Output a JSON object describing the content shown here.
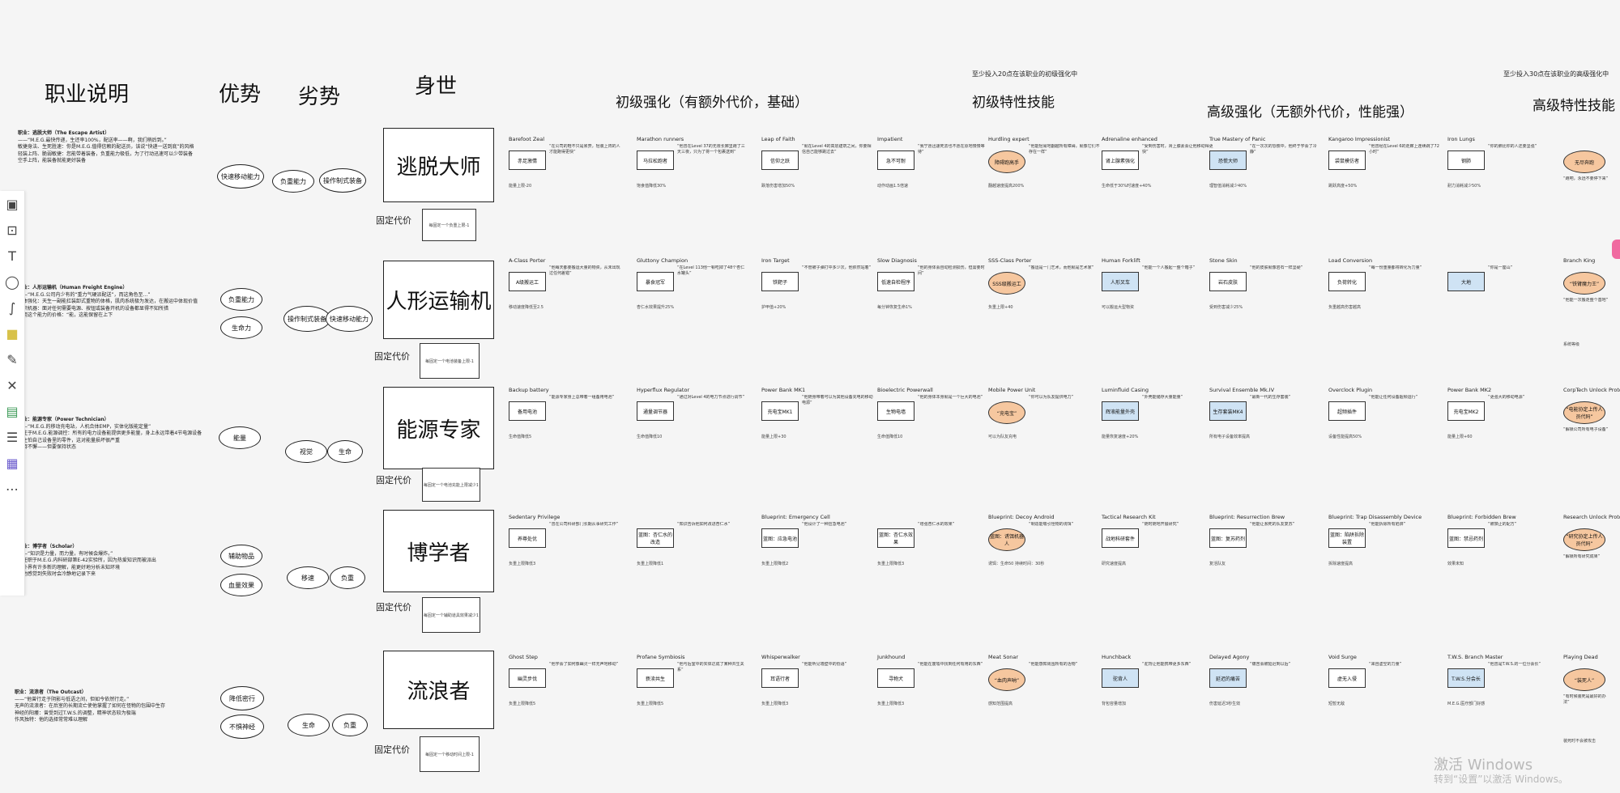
{
  "columns": {
    "job": "职业说明",
    "advantage": "优势",
    "disadvantage": "劣势",
    "origin": "身世",
    "basic_upgrade": "初级强化（有额外代价，基础）",
    "basic_trait": "初级特性技能",
    "adv_upgrade": "高级强化（无额外代价，性能强）",
    "adv_trait": "高级特性技能",
    "note_left": "至少投入20点在该职业的初级强化中",
    "note_right": "至少投入30点在该职业的高级强化中"
  },
  "fixed_price_label": "固定代价",
  "professions": [
    {
      "name": "逃脱大师",
      "title": "职业：逃脱大师（The Escape Artist）",
      "quote": "——“M.E.G.最快传递，生还率100%，配送率——啊，我们稍后到。”",
      "lines": [
        "敏捷身法、生死胜速：你是M.E.G.值得信赖的配送员，该说“快递一送到底”的风格",
        "轻装上阵、脆弱敏捷：您能带着装备，负重能力极低，为了行动迅速可以少带装备",
        "空手上阵，能装备就能更好装备"
      ],
      "advantages": [
        "快速移动能力"
      ],
      "disadvantages": [
        "负重能力",
        "操作制式装备"
      ],
      "fixed_note": "每固定一个负重上限-1"
    },
    {
      "name": "人形运输机",
      "title": "职业：人形运输机（Human Freight Engine）",
      "quote": "——“M.E.G.公司内少有的“重力气硬派配送”，而这角色至...”",
      "lines": [
        "身体强化：天生一副能扛装卸式重物的体格，肌肉系统极为发达，在搬运中体现价值",
        "不识机器：面对任何需要电源、按钮或装备开机的设备都显得不知所措",
        "使用这个能力的价格：“能，这能保留在上下"
      ],
      "advantages": [
        "负重能力",
        "生命力"
      ],
      "disadvantages": [
        "操作制式装备",
        "快速移动能力"
      ],
      "fixed_note": "每固定一个电池装备上限-1"
    },
    {
      "name": "能源专家",
      "title": "职业：能源专家（Power Technician）",
      "quote": "——“M.E.G.的移动充电站，人机合体EMP，实体化版能定量”",
      "lines": [
        "专注于M.E.G.能源调控：所有的电力设备能提供更多能量，身上永远带着4节电源设备",
        "天生怕自己设备里的零件，这对能量损坏很严重",
        "坚持不懈——但要保持状态"
      ],
      "advantages": [
        "能量"
      ],
      "disadvantages": [
        "视觉",
        "生命"
      ],
      "fixed_note": "每固定一个电池充能上限减少1"
    },
    {
      "name": "博学者",
      "title": "职业：博学者（Scholar）",
      "quote": "——“知识是力量，而力量，有时候会爆炸。”",
      "lines": [
        "曾任职于M.E.G.内科研部第E-42实验所，因为热爱知识而被派出",
        "对外界有许多新的理解，能更好地分析未知环境",
        "当他感觉到失败时会冷静地记录下来"
      ],
      "advantages": [
        "辅助物品",
        "血量效果"
      ],
      "disadvantages": [
        "移速",
        "负重"
      ],
      "fixed_note": "每固定一个辅助道具效果减少1"
    },
    {
      "name": "流浪者",
      "title": "职业：流浪者（The Outcast）",
      "quote": "——“他曾行走于阴影与低语之间，但如今依然行走。”",
      "lines": [
        "无声的流浪者：在后室的长期流亡使他掌握了如何在怪物的包围中生存",
        "神经的阳痿：曾受到过T.W.S.的调整，精神状态较为极端",
        "作风独特：他的选择常常难以理解"
      ],
      "advantages": [
        "降低密行",
        "不惧神经"
      ],
      "disadvantages": [
        "生命",
        "负重"
      ],
      "fixed_note": "每固定一个移动时间上限-1"
    }
  ],
  "rows": [
    [
      {
        "title": "Barefoot Zeal",
        "box": "赤足激情",
        "style": "",
        "text": "“在公司的鞋不只是累赘，轻装上阵的人才能跑得更快”",
        "foot": "能量上限-20"
      },
      {
        "title": "Marathon runners",
        "box": "马拉松跑者",
        "style": "",
        "text": "“他曾在Level 37的无限长廊里跑了三天三夜，只为了将一个包裹送到”",
        "foot": "饱食值降低30%"
      },
      {
        "title": "Leap of Faith",
        "box": "信仰之跃",
        "style": "",
        "text": "“就在Level 4的高层建筑之间，你要相信自己能够跳过去”",
        "foot": "跌落伤害增加50%"
      },
      {
        "title": "Impatient",
        "box": "急不可耐",
        "style": "",
        "text": "“我宁愿迅速死去也不愿在原地慢慢等待”",
        "foot": "动作动画1.5倍速"
      },
      {
        "title": "Hurdling expert",
        "box": "障碍跑高手",
        "style": "orange",
        "text": "“他能轻易地翻越所有障碍，就像它们不存在一样”",
        "foot": "翻越速度提高200%"
      },
      {
        "title": "Adrenaline enhanced",
        "box": "肾上腺素强化",
        "style": "",
        "text": "“受到伤害时，肾上腺素会让他移动得更快”",
        "foot": "生命低于30%时速度+40%"
      },
      {
        "title": "True Mastery of Panic",
        "box": "恐慌大师",
        "style": "blue",
        "text": "“在一次次的恐慌中，他终于学会了冷静”",
        "foot": "理智值消耗减少40%"
      },
      {
        "title": "Kangaroo Impressionist",
        "box": "袋鼠模仿者",
        "style": "",
        "text": "“他曾经在Level 6的走廊上连续跳了72小时”",
        "foot": "跳跃高度+50%"
      },
      {
        "title": "Iron Lungs",
        "box": "钢肺",
        "style": "",
        "text": "“你的肺比你的人还要坚强”",
        "foot": "耐力消耗减少50%"
      },
      {
        "title": "",
        "box": "无尽奔跑",
        "style": "orange",
        "text": "“跑吧，永远不要停下来”",
        "foot": ""
      }
    ],
    [
      {
        "title": "A-Class Porter",
        "box": "A级搬运工",
        "style": "",
        "text": "“他每天都要搬运大量的物资，从未出现过任何差错”",
        "foot": "移动速度降低至2.5"
      },
      {
        "title": "Gluttony Champion",
        "box": "暴食冠军",
        "style": "",
        "text": "“在Level 113他一顿吃掉了48个杏仁水罐头”",
        "foot": "杏仁水效果提升25%"
      },
      {
        "title": "Iron Target",
        "box": "铁靶子",
        "style": "",
        "text": "“不管被子弹打中多少次，他依然站着”",
        "foot": "护甲值+20%"
      },
      {
        "title": "Slow Diagnosis",
        "box": "低速自检程序",
        "style": "",
        "text": "“他的身体会自动检测损伤，但需要时间”",
        "foot": "每分钟恢复生命1%"
      },
      {
        "title": "SSS-Class Porter",
        "box": "SSS级搬运工",
        "style": "orange",
        "text": "“搬运是一门艺术，而他就是艺术家”",
        "foot": "负重上限+40"
      },
      {
        "title": "Human Forklift",
        "box": "人形叉车",
        "style": "blue",
        "text": "“他能一个人搬起一整个箱子”",
        "foot": "可以搬运大型物资"
      },
      {
        "title": "Stone Skin",
        "box": "岩石皮肤",
        "style": "",
        "text": "“他的皮肤就像岩石一样坚硬”",
        "foot": "受到伤害减少25%"
      },
      {
        "title": "Load Conversion",
        "box": "负荷转化",
        "style": "",
        "text": "“每一份重量都将转化为力量”",
        "foot": "负重越高伤害越高"
      },
      {
        "title": "",
        "box": "大地",
        "style": "blue",
        "text": "“你是一座山”",
        "foot": ""
      },
      {
        "title": "Branch King",
        "box": "“铁臂魔力王”",
        "style": "orange",
        "text": "“他能一次搬走整个基地”",
        "foot": "系统等级"
      }
    ],
    [
      {
        "title": "Backup battery",
        "box": "备用电池",
        "style": "",
        "text": "“能源专家身上总带着一组备用电池”",
        "foot": "生命值降低5"
      },
      {
        "title": "Hyperflux Regulator",
        "box": "通量调节器",
        "style": "",
        "text": "“通过对Level 4的电力节点进行调节”",
        "foot": "生命值降低10"
      },
      {
        "title": "Power Bank MK1",
        "box": "充电宝MK1",
        "style": "",
        "text": "“他随身带着可以为其他设备充电的移动电源”",
        "foot": "能量上限+30"
      },
      {
        "title": "Bioelectric Powerwall",
        "box": "生物电墙",
        "style": "",
        "text": "“他的身体本身就是一个巨大的电池”",
        "foot": "生命值降低10"
      },
      {
        "title": "Mobile Power Unit",
        "box": "“充电宝”",
        "style": "orange",
        "text": "“你可以为队友提供电力”",
        "foot": "可以为队友充电"
      },
      {
        "title": "Luminfluid Casing",
        "box": "辉液能量外壳",
        "style": "blue",
        "text": "“外壳能储存大量能量”",
        "foot": "能量恢复速度+20%"
      },
      {
        "title": "Survival Ensemble Mk.IV",
        "box": "生存套装MK4",
        "style": "blue",
        "text": "“最新一代的生存套装”",
        "foot": "所有电子设备效率提高"
      },
      {
        "title": "Overclock Plugin",
        "box": "超频插件",
        "style": "",
        "text": "“他能让任何设备超频运行”",
        "foot": "设备性能提高50%"
      },
      {
        "title": "Power Bank MK2",
        "box": "充电宝MK2",
        "style": "",
        "text": "“更强大的移动电源”",
        "foot": "能量上限+60"
      },
      {
        "title": "CorpTech Unlock Protocol",
        "box": "“电能协定上传人员代码”",
        "style": "orange",
        "text": "“解锁公司所有电子设备”",
        "foot": ""
      }
    ],
    [
      {
        "title": "Sedentary Privilege",
        "box": "养尊处优",
        "style": "",
        "text": "“曾在公司科研部门长期从事研究工作”",
        "foot": "负重上限降低3"
      },
      {
        "title": "",
        "box": "蓝图：杏仁水的改造",
        "style": "",
        "text": "“知识告诉他如何改进杏仁水”",
        "foot": "负重上限降低1"
      },
      {
        "title": "Blueprint: Emergency Cell",
        "box": "蓝图：应急电池",
        "style": "",
        "text": "“他设计了一种应急电池”",
        "foot": "负重上限降低2"
      },
      {
        "title": "",
        "box": "蓝图：杏仁水效果",
        "style": "",
        "text": "“增强杏仁水的效果”",
        "foot": "负重上限降低3"
      },
      {
        "title": "Blueprint: Decoy Android",
        "box": "蓝图：诱饵机器人",
        "style": "orange",
        "text": "“制造能吸引怪物的诱饵”",
        "foot": "诱饵：生命50 持续时间：30秒"
      },
      {
        "title": "Tactical Research Kit",
        "box": "战地科研套件",
        "style": "",
        "text": "“随时随地开展研究”",
        "foot": "研究速度提高"
      },
      {
        "title": "Blueprint: Resurrection Brew",
        "box": "蓝图：复苏药剂",
        "style": "",
        "text": "“他能让濒死的队友复苏”",
        "foot": "复活队友"
      },
      {
        "title": "Blueprint: Trap Disassembly Device",
        "box": "蓝图：陷阱拆除装置",
        "style": "",
        "text": "“他能拆除所有陷阱”",
        "foot": "拆除速度提高"
      },
      {
        "title": "Blueprint: Forbidden Brew",
        "box": "蓝图：禁忌药剂",
        "style": "",
        "text": "“被禁止的配方”",
        "foot": "效果未知"
      },
      {
        "title": "Research Unlock Protocol",
        "box": "“研究协定上传人员代码”",
        "style": "orange",
        "text": "“解锁所有研究成果”",
        "foot": ""
      }
    ],
    [
      {
        "title": "Ghost Step",
        "box": "幽灵步伐",
        "style": "",
        "text": "“他学会了如何像幽灵一样无声地移动”",
        "foot": "负重上限降低5"
      },
      {
        "title": "Profane Symbiosis",
        "box": "亵渎共生",
        "style": "",
        "text": "“他与后室中的实体达成了某种共生关系”",
        "foot": "负重上限降低5"
      },
      {
        "title": "Whisperwalker",
        "box": "耳语行者",
        "style": "",
        "text": "“他能听见墙壁中的低语”",
        "foot": "负重上限降低3"
      },
      {
        "title": "Junkhound",
        "box": "寻物犬",
        "style": "",
        "text": "“他能在废墟中找到任何有用的东西”",
        "foot": "负重上限降低3"
      },
      {
        "title": "Meat Sonar",
        "box": "“血肉声呐”",
        "style": "orange",
        "text": "“他能感知周围所有的活物”",
        "foot": "感知范围提高"
      },
      {
        "title": "Hunchback",
        "box": "驼背人",
        "style": "blue",
        "text": "“驼背让他能携带更多东西”",
        "foot": "背包容量增加"
      },
      {
        "title": "Delayed Agony",
        "box": "延迟的痛苦",
        "style": "blue",
        "text": "“痛苦会被延迟到以后”",
        "foot": "伤害延迟3秒生效"
      },
      {
        "title": "Void Surge",
        "box": "虚无入侵",
        "style": "",
        "text": "“来自虚空的力量”",
        "foot": "短暂无敌"
      },
      {
        "title": "T.W.S. Branch Master",
        "box": "T.W.S.分会长",
        "style": "blue",
        "text": "“他曾是T.W.S.的一位分会长”",
        "foot": "M.E.G.医疗部门好感"
      },
      {
        "title": "Playing Dead",
        "box": "“装死人”",
        "style": "orange",
        "text": "“有时候装死是最好的办法”",
        "foot": "装死时不会被攻击"
      }
    ]
  ],
  "watermark": {
    "line1": "激活 Windows",
    "line2": "转到“设置”以激活 Windows。"
  },
  "toolbar": [
    "sticker-icon",
    "frame-icon",
    "text-icon",
    "shape-icon",
    "pen-icon",
    "note-icon",
    "scribble-icon",
    "connector-icon",
    "table-icon",
    "list-icon",
    "template-icon",
    "more-icon"
  ]
}
